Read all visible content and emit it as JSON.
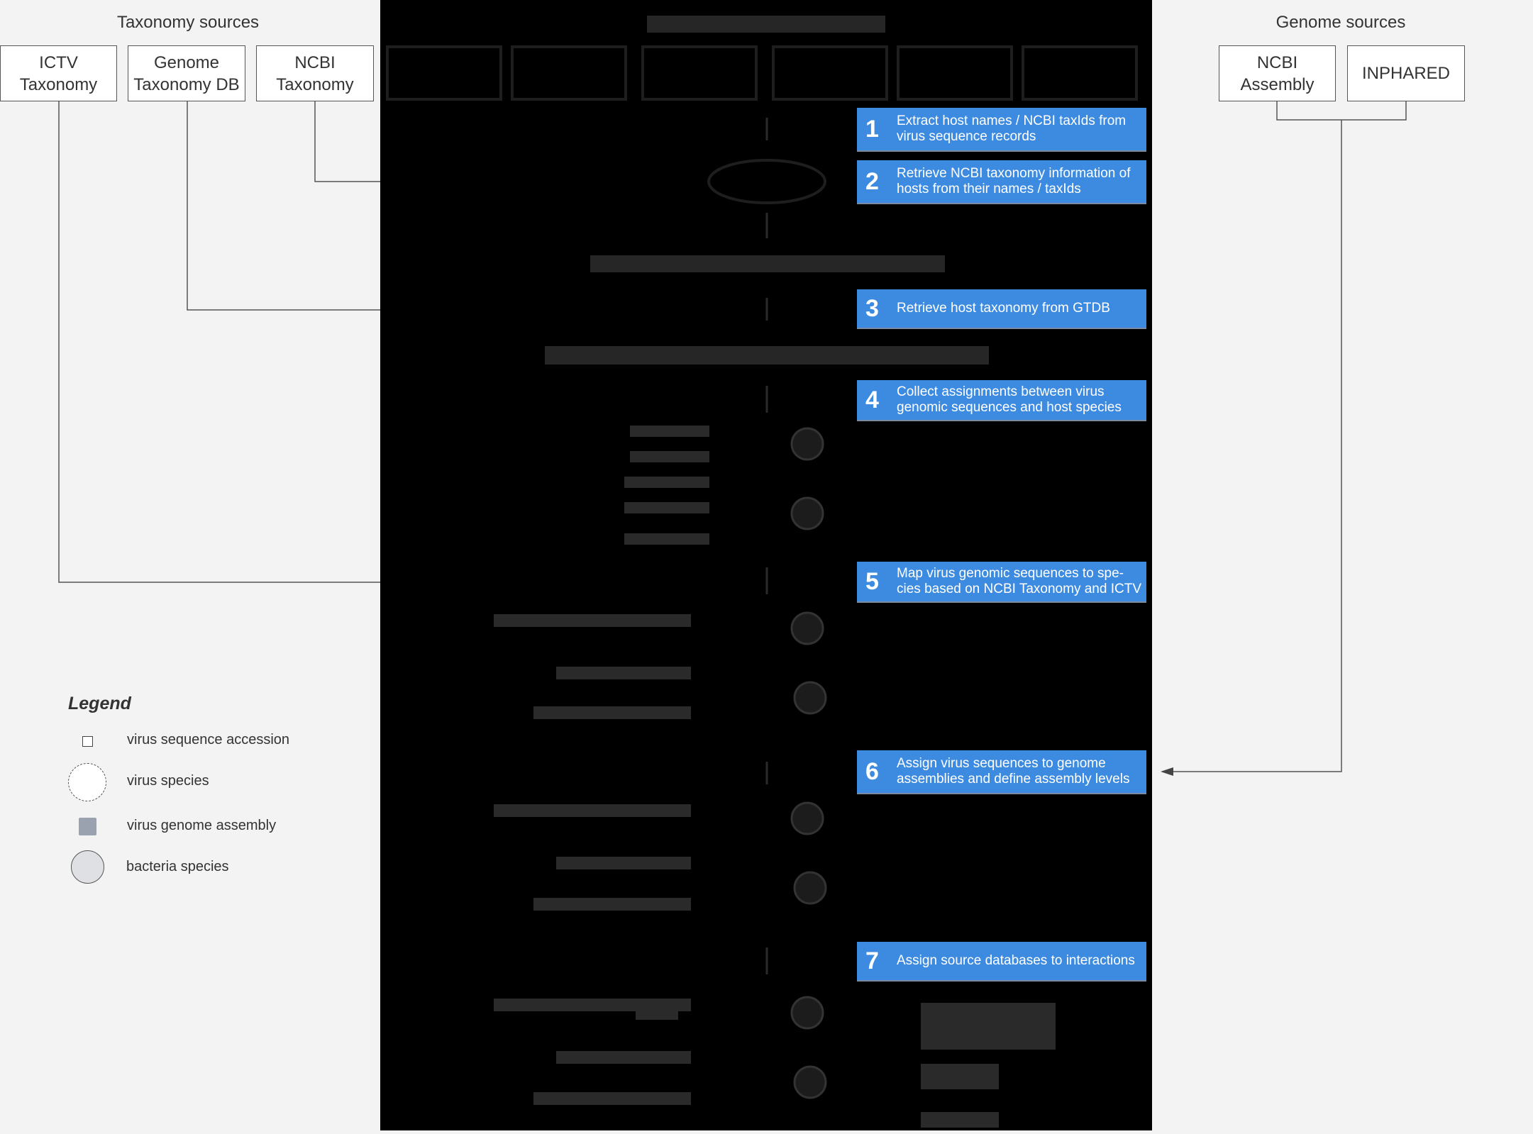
{
  "taxonomy_sources": {
    "title": "Taxonomy sources",
    "boxes": [
      "ICTV\nTaxonomy",
      "Genome\nTaxonomy DB",
      "NCBI\nTaxonomy"
    ]
  },
  "genome_sources": {
    "title": "Genome sources",
    "boxes": [
      "NCBI\nAssembly",
      "INPHARED"
    ]
  },
  "steps": [
    {
      "num": "1",
      "text": "Extract host names / NCBI taxIds from virus sequence records"
    },
    {
      "num": "2",
      "text": "Retrieve NCBI taxonomy information of hosts from their names / taxIds"
    },
    {
      "num": "3",
      "text": "Retrieve host taxonomy from GTDB"
    },
    {
      "num": "4",
      "text": "Collect assignments between virus genomic sequences and host species"
    },
    {
      "num": "5",
      "text": "Map virus genomic sequences to spe-cies based on NCBI Taxonomy and ICTV"
    },
    {
      "num": "6",
      "text": "Assign virus sequences to genome assemblies and define assembly levels"
    },
    {
      "num": "7",
      "text": "Assign source databases to interactions"
    }
  ],
  "legend": {
    "title": "Legend",
    "items": [
      {
        "label": "virus sequence accession",
        "symbol": "square"
      },
      {
        "label": "virus species",
        "symbol": "dashed-circle"
      },
      {
        "label": "virus genome assembly",
        "symbol": "filled-square"
      },
      {
        "label": "bacteria species",
        "symbol": "gray-circle"
      }
    ]
  },
  "colors": {
    "step_blue": "#3d8be0",
    "panel": "#000000",
    "background": "#f3f3f3"
  }
}
